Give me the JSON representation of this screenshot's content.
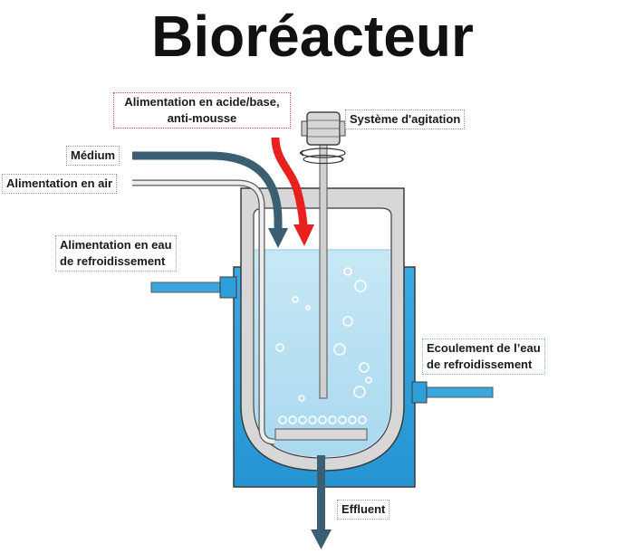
{
  "title": "Bioréacteur",
  "labels": {
    "acid_base": [
      "Alimentation en acide/base,",
      "anti-mousse"
    ],
    "agitation": "Système d'agitation",
    "medium": "Médium",
    "air": "Alimentation en air",
    "cooling_in": [
      "Alimentation en eau",
      "de refroidissement"
    ],
    "cooling_out": [
      "Ecoulement de l’eau",
      "de refroidissement"
    ],
    "effluent": "Effluent"
  },
  "colors": {
    "medium_arrow": "#3a5f72",
    "acid_arrow": "#e8201e",
    "jacket": "#2f9fdb",
    "liquid": "#b9e1f2",
    "vessel_grey": "#d5d5d5",
    "air_line": "#e6e6e6"
  },
  "icons": {
    "motor": "motor-icon",
    "rotation": "rotation-arrows-icon"
  }
}
